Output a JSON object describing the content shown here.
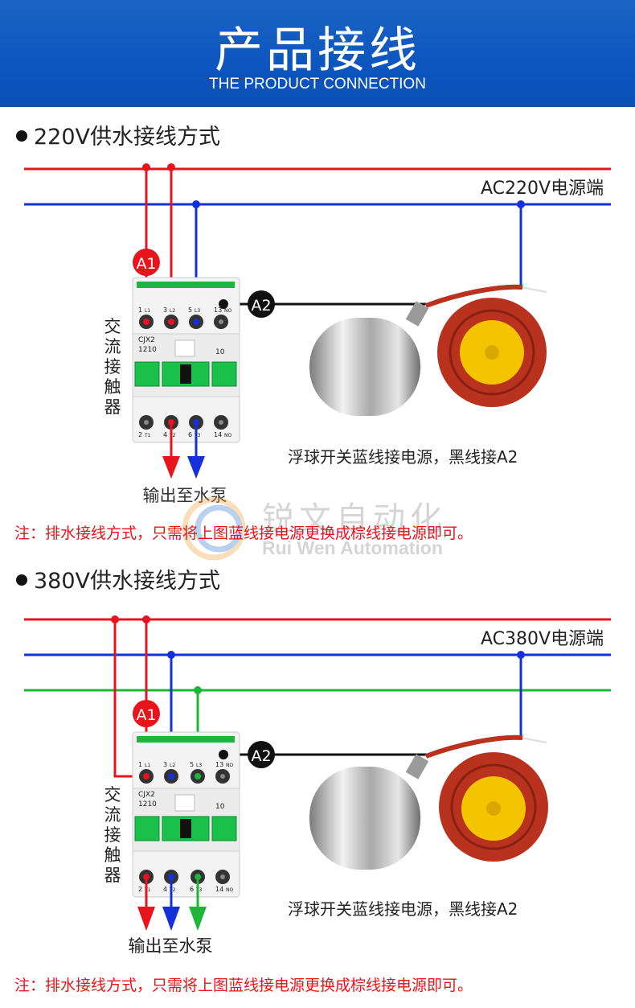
{
  "header": {
    "title": "产品接线",
    "subtitle": "THE PRODUCT CONNECTION"
  },
  "sections": [
    {
      "title": "220V供水接线方式",
      "power_label": "AC220V电源端",
      "contactor_label": [
        "交",
        "流",
        "接",
        "触",
        "器"
      ],
      "contactor_model": [
        "CJX2",
        "1210"
      ],
      "terminal_top": [
        "1",
        "L1",
        "3",
        "L2",
        "5",
        "L3",
        "13",
        "NO"
      ],
      "terminal_bottom": [
        "2",
        "T1",
        "4",
        "T2",
        "6",
        "T3",
        "14",
        "NO"
      ],
      "aux_label": "10",
      "a1_label": "A1",
      "a2_label": "A2",
      "float_caption": "浮球开关蓝线接电源，黑线接A2",
      "output_label": "输出至水泵",
      "note": "注：排水接线方式，只需将上图蓝线接电源更换成棕线接电源即可。"
    },
    {
      "title": "380V供水接线方式",
      "power_label": "AC380V电源端",
      "contactor_label": [
        "交",
        "流",
        "接",
        "触",
        "器"
      ],
      "contactor_model": [
        "CJX2",
        "1210"
      ],
      "terminal_top": [
        "1",
        "L1",
        "3",
        "L2",
        "5",
        "L3",
        "13",
        "NO"
      ],
      "terminal_bottom": [
        "2",
        "T1",
        "4",
        "T2",
        "6",
        "T3",
        "14",
        "NO"
      ],
      "aux_label": "10",
      "a1_label": "A1",
      "a2_label": "A2",
      "float_caption": "浮球开关蓝线接电源，黑线接A2",
      "output_label": "输出至水泵",
      "note": "注：排水接线方式，只需将上图蓝线接电源更换成棕线接电源即可。"
    }
  ],
  "watermark": {
    "text_cn": "锐文自动化",
    "text_en": "Rui Wen Automation"
  },
  "colors": {
    "banner": "#0c56bf",
    "wire_red": "#e8141b",
    "wire_blue": "#1530d8",
    "wire_green": "#1fb53a",
    "wire_black": "#111111",
    "contactor_green": "#19c14a",
    "cable_brown": "#b8321e",
    "float_yellow": "#f5c400"
  }
}
